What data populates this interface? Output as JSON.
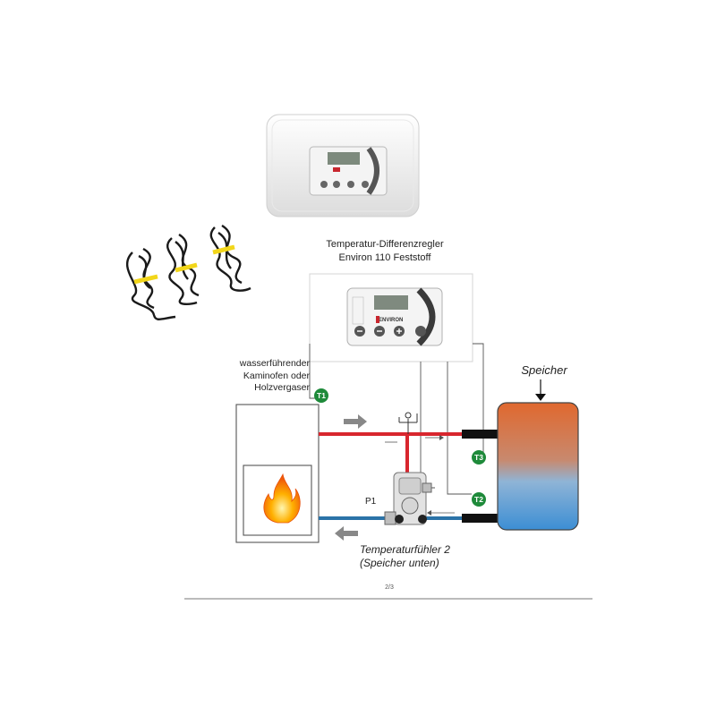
{
  "title": {
    "line1": "Temperatur-Differenzregler",
    "line2": "Environ 110 Feststoff"
  },
  "stove": {
    "line1": "wasserführender",
    "line2": "Kaminofen oder",
    "line3": "Holzvergaser"
  },
  "tank_label": "Speicher",
  "pump_label": "P1",
  "sensor_label": {
    "line1": "Temperaturfühler 2",
    "line2": "(Speicher unten)"
  },
  "sensors": {
    "t1": "T1",
    "t2": "T2",
    "t3": "T3"
  },
  "brand": "ENVIRON",
  "page_number": "2/3",
  "colors": {
    "flow": "#d8262e",
    "return": "#2b73a8",
    "sensor": "#1e8a3a",
    "tank_top": "#e8743a",
    "tank_bottom": "#4a9ad8",
    "cable_tie": "#f2d61a"
  }
}
